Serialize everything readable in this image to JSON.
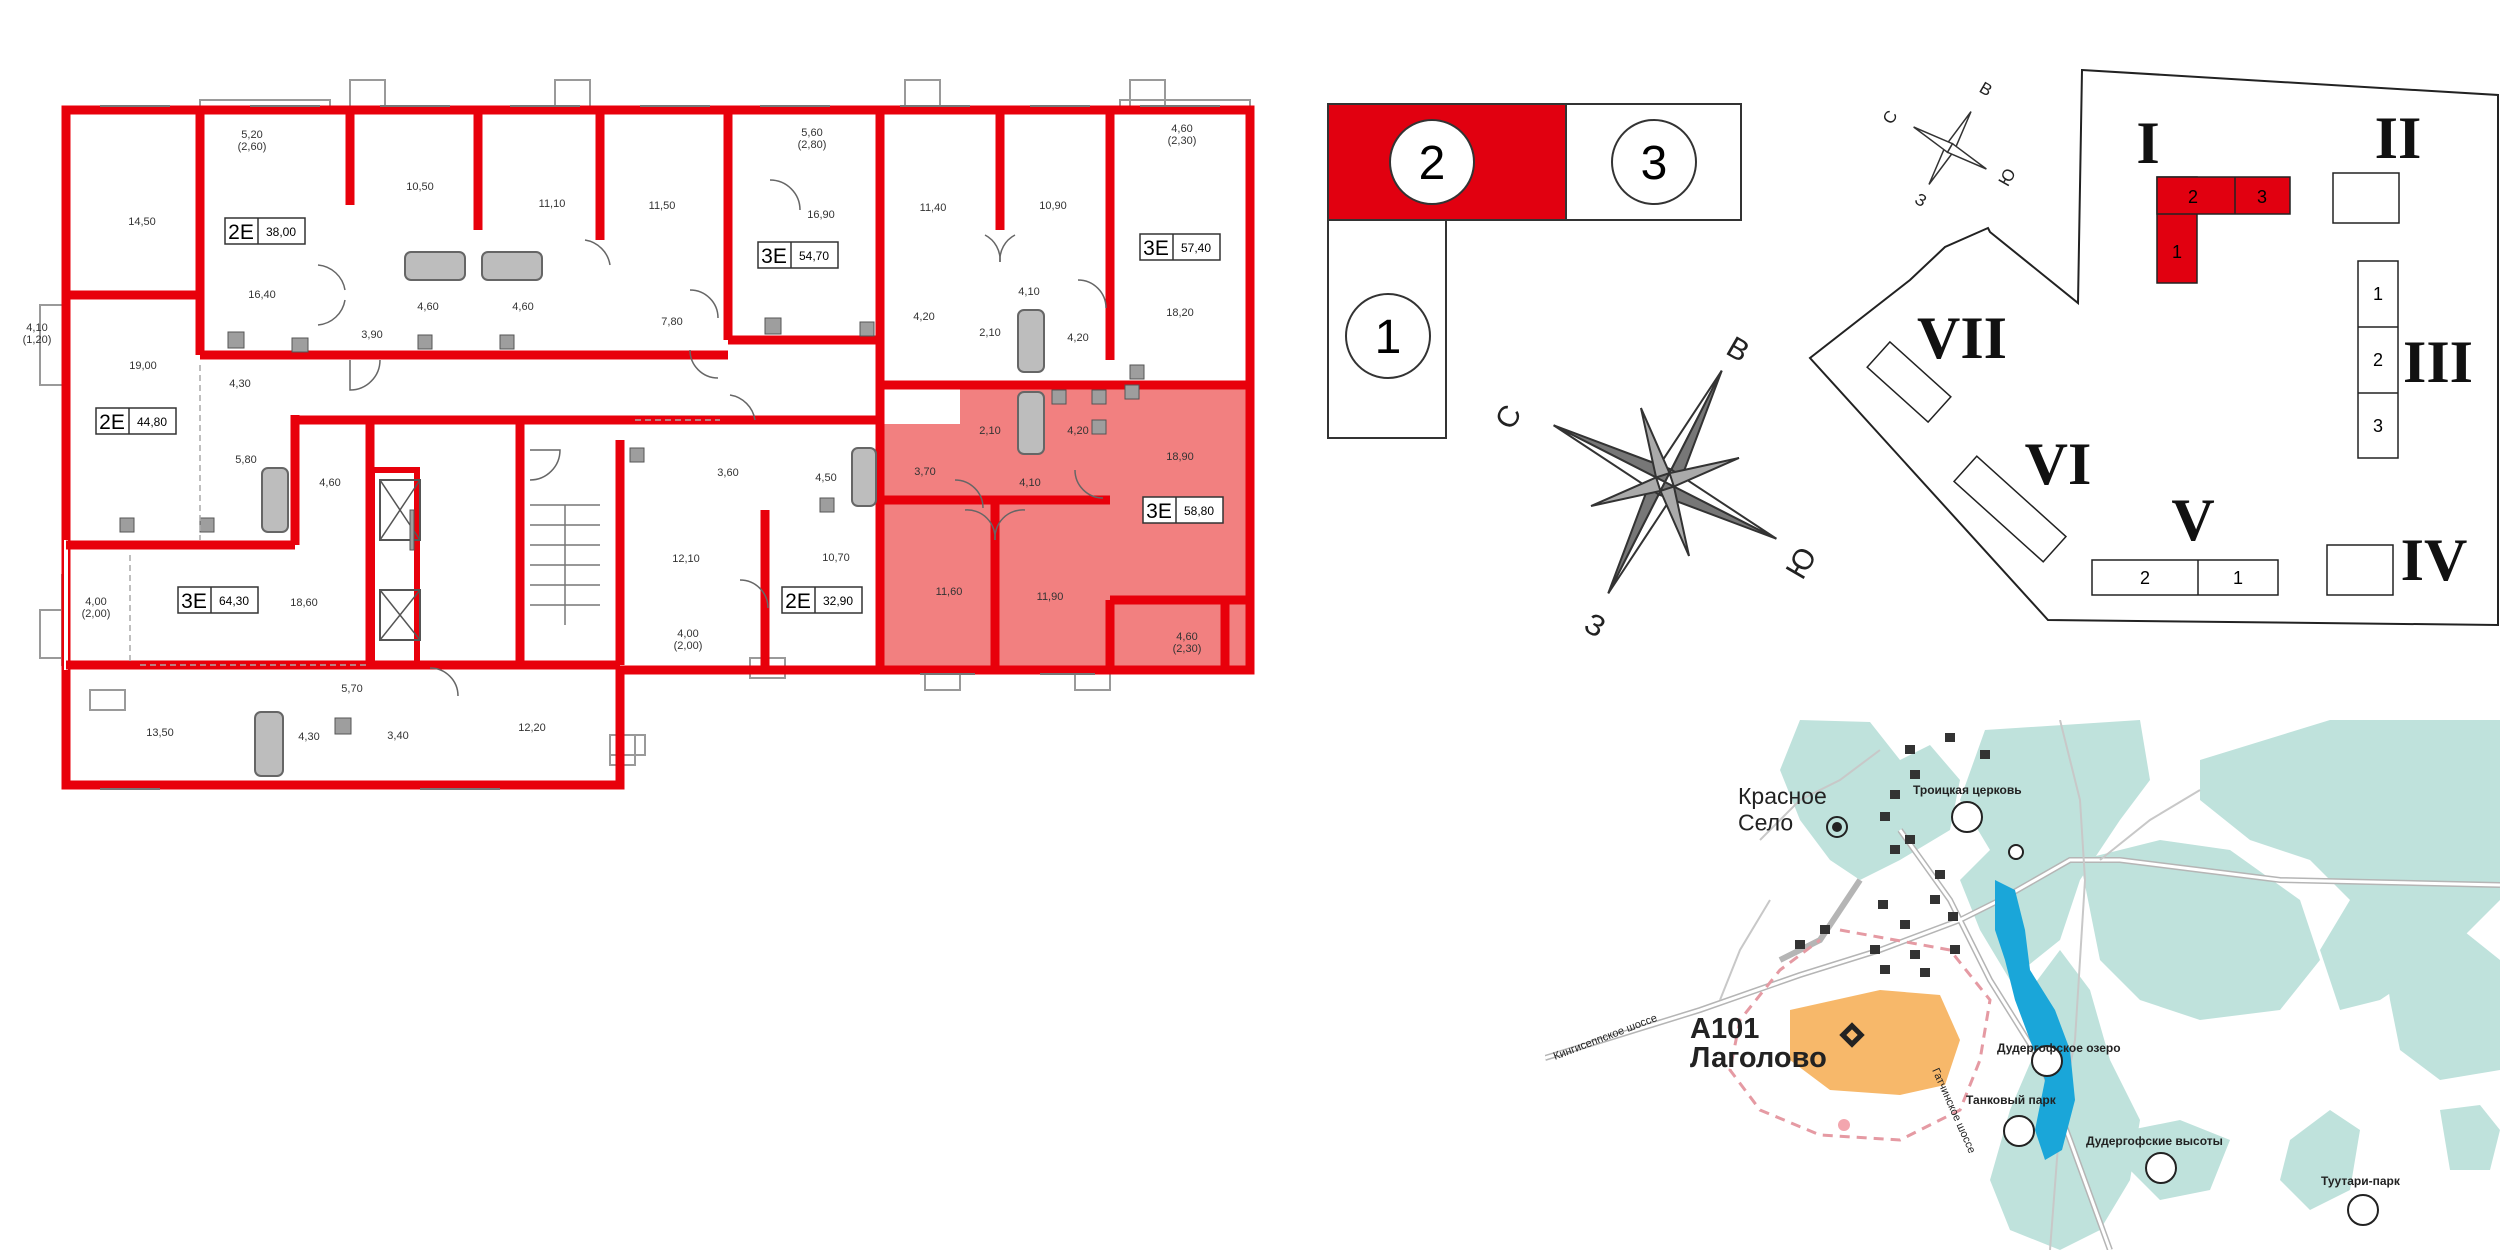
{
  "colors": {
    "wall": "#e8000b",
    "highlight": "#f28080",
    "building_fill": "#e10010",
    "water": "#1aa6d9",
    "forest": "#bfe2dc",
    "district": "#f7b86a",
    "road": "#aaaaaa"
  },
  "units": [
    {
      "type": "2Е",
      "area": "38,00"
    },
    {
      "type": "3Е",
      "area": "54,70"
    },
    {
      "type": "3Е",
      "area": "57,40"
    },
    {
      "type": "2Е",
      "area": "44,80"
    },
    {
      "type": "3Е",
      "area": "58,80"
    },
    {
      "type": "3Е",
      "area": "64,30"
    },
    {
      "type": "2Е",
      "area": "32,90"
    }
  ],
  "rooms": [
    "5,20",
    "(2,60)",
    "14,50",
    "16,40",
    "3,90",
    "10,50",
    "4,60",
    "4,60",
    "11,10",
    "11,50",
    "5,60",
    "(2,80)",
    "16,90",
    "7,80",
    "11,40",
    "10,90",
    "4,60",
    "(2,30)",
    "4,20",
    "4,10",
    "2,10",
    "4,20",
    "18,20",
    "4,10",
    "(1,20)",
    "19,00",
    "4,30",
    "5,80",
    "4,60",
    "3,60",
    "4,50",
    "3,70",
    "2,10",
    "4,20",
    "18,90",
    "4,10",
    "11,60",
    "11,90",
    "4,60",
    "(2,30)",
    "12,10",
    "10,70",
    "4,00",
    "(2,00)",
    "4,00",
    "(2,00)",
    "18,60",
    "13,50",
    "4,30",
    "5,70",
    "3,40",
    "12,20"
  ],
  "sections": {
    "s1": "1",
    "s2": "2",
    "s3": "3"
  },
  "compass": {
    "n": "С",
    "e": "В",
    "s": "Ю",
    "w": "З"
  },
  "site_plan": {
    "buildings": [
      "I",
      "II",
      "III",
      "IV",
      "V",
      "VI",
      "VII"
    ],
    "sec_1": "1",
    "sec_2": "2",
    "sec_3": "3",
    "iii_1": "1",
    "iii_2": "2",
    "iii_3": "3",
    "v_1": "2",
    "v_2": "1"
  },
  "area_map": {
    "town": "Красное\nСело",
    "district_line1": "А101",
    "district_line2": "Лаголово",
    "road_kingisepp": "Кингисеппское шоссе",
    "road_gatchina": "Гатчинское шоссе",
    "poi_church": "Троицкая церковь",
    "poi_lake": "Дудергофское озеро",
    "poi_tank": "Танковый парк",
    "poi_heights": "Дудергофские высоты",
    "poi_tuutari": "Туутари-парк"
  }
}
